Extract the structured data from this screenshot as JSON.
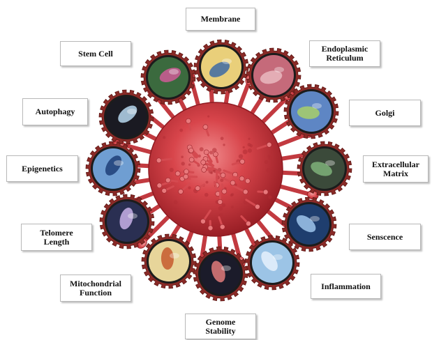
{
  "labels": {
    "membrane": "Membrane",
    "stem_cell": "Stem Cell",
    "endoplasmic_reticulum": "Endoplasmic\nReticulum",
    "autophagy": "Autophagy",
    "golgi": "Golgi",
    "epigenetics": "Epigenetics",
    "extracellular_matrix": "Extracellular\nMatrix",
    "telomere_length": "Telomere\nLength",
    "senescence": "Senscence",
    "mitochondrial_function": "Mitochondrial\nFunction",
    "inflammation": "Inflammation",
    "genome_stability": "Genome\nStability"
  },
  "colors": {
    "virus_core": "#c8333a",
    "virus_light": "#e36a6e",
    "virus_dark": "#8e1b22",
    "ring": "#8a2a27",
    "label_border": "#b8b8b8"
  },
  "icons": [
    "membrane-icon",
    "endoplasmic-reticulum-icon",
    "golgi-icon",
    "extracellular-matrix-icon",
    "senescence-icon",
    "inflammation-icon",
    "genome-stability-icon",
    "mitochondrial-function-icon",
    "telomere-length-icon",
    "epigenetics-icon",
    "autophagy-icon",
    "stem-cell-icon"
  ]
}
